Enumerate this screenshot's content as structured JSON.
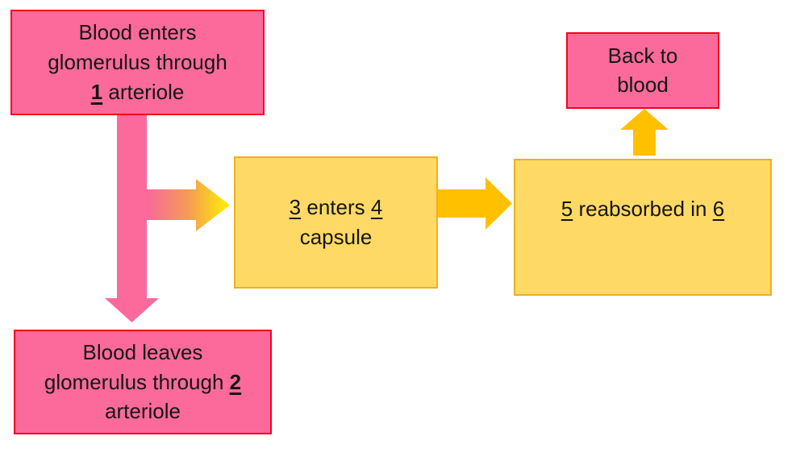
{
  "colors": {
    "pink_fill": "#FB6A9B",
    "pink_border": "#F50022",
    "yellow_fill": "#FFD966",
    "yellow_border": "#EDB120",
    "gold_arrow": "#FFC000",
    "grad_pink": "#F8699B",
    "grad_orange": "#F59B55",
    "grad_yellow": "#FFF100",
    "text_color": "#151515"
  },
  "boxes": {
    "enters": {
      "line1": "Blood enters",
      "line2": "glomerulus through",
      "num": "1",
      "line3_rest": " arteriole"
    },
    "leaves": {
      "line1": "Blood leaves",
      "line2_pre": "glomerulus through ",
      "num": "2",
      "line3": "arteriole"
    },
    "capsule": {
      "num1": "3",
      "mid": " enters ",
      "num2": "4",
      "line2": "capsule"
    },
    "reabsorbed": {
      "num1": "5",
      "mid": " reabsorbed in ",
      "num2": "6"
    },
    "back": {
      "line1": "Back to",
      "line2": "blood"
    }
  }
}
